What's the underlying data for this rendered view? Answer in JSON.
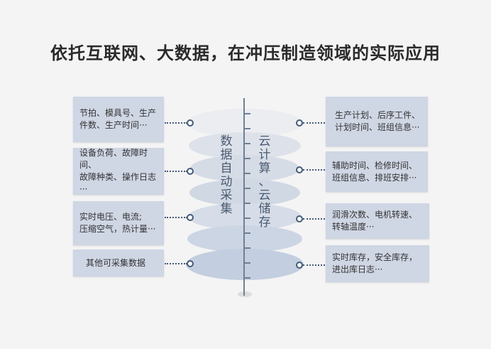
{
  "title": "依托互联网、大数据，在冲压制造领域的实际应用",
  "left_label": "数据自动采集",
  "right_label": "云计算、云储存",
  "left_boxes": [
    {
      "line1": "节拍、模具号、生产",
      "line2": "件数、生产时间···"
    },
    {
      "line1": "设备负荷、故障时间、",
      "line2": "故障种类、操作日志···"
    },
    {
      "line1": "实时电压、电流;",
      "line2": "压缩空气，热计量···"
    },
    {
      "line1": "其他可采集数据",
      "line2": ""
    }
  ],
  "right_boxes": [
    {
      "line1": "生产计划、后序工件、",
      "line2": "计划时间、班组信息···"
    },
    {
      "line1": "辅助时间、检修时间、",
      "line2": "班组信息、排班安排···"
    },
    {
      "line1": "润滑次数、电机转速、",
      "line2": "转轴温度···"
    },
    {
      "line1": "实时库存，安全库存，",
      "line2": "进出库日志···"
    }
  ],
  "colors": {
    "box_fill": "#cfd6e4",
    "connector": "#445a7a",
    "ellipse_light": "#e9ecf1",
    "ellipse_dark": "#c9d3e3"
  }
}
